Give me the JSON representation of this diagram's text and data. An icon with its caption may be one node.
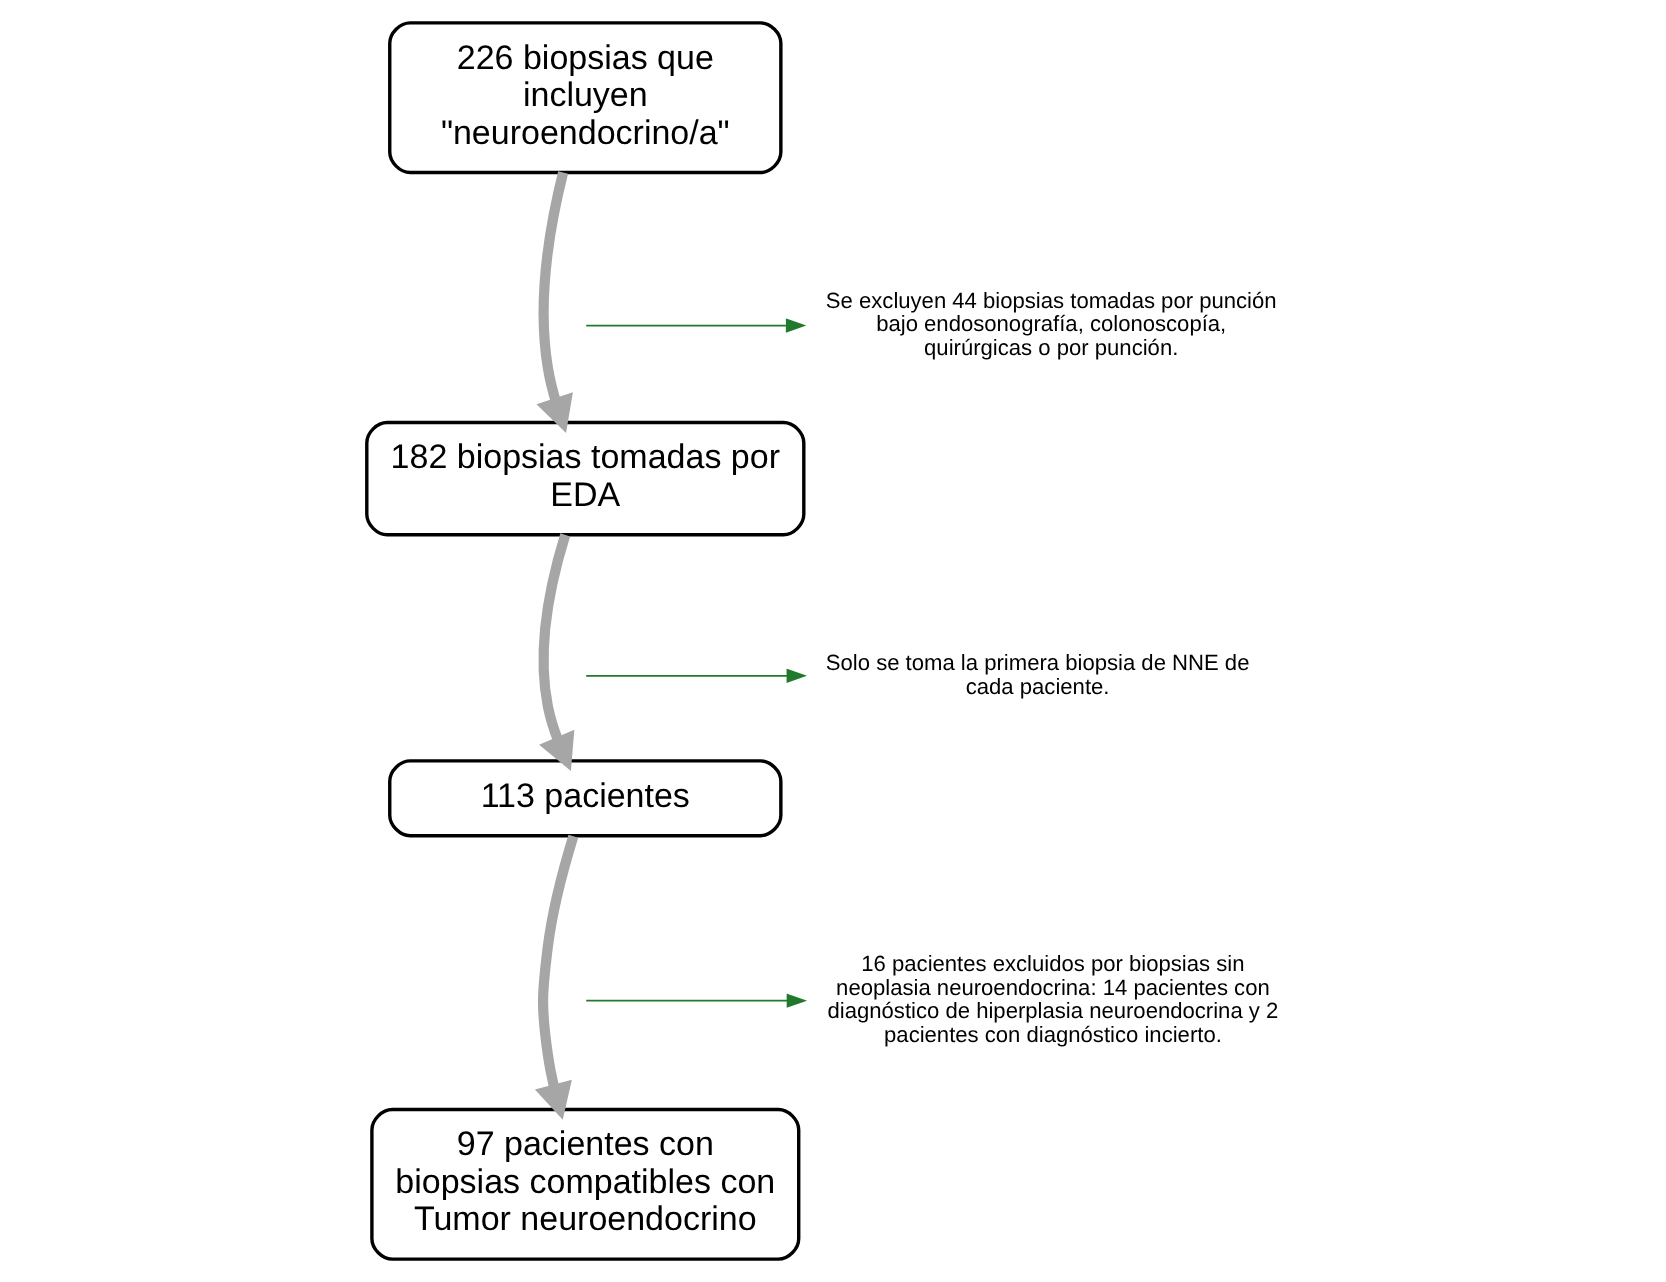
{
  "diagram": {
    "nodes": [
      {
        "text": [
          "226 biopsias que incluyen \"neuroendocrino/a\""
        ]
      },
      {
        "text": [
          "182 biopsias tomadas por EDA"
        ]
      },
      {
        "text": [
          "113 pacientes"
        ]
      },
      {
        "text": [
          "97 pacientes con biopsias compatibles con Tumor neuroendocrino"
        ]
      },
      {
        "text": [
          "Se excluyen 44 biopsias tomadas por punción bajo endosonografía, colonoscopía, quirúrgicas o por punción."
        ]
      },
      {
        "text": [
          "Solo se toma la primera biopsia de NNE de cada paciente."
        ]
      },
      {
        "text": [
          "16 pacientes excluidos por biopsias sin neoplasia neuroendocrina: 14 pacientes con diagnóstico de hiperplasia neuroendocrina y 2 pacientes con diagnóstico incierto."
        ]
      }
    ],
    "edges": [
      {
        "from": 0,
        "to": 1,
        "arrow": "to",
        "style": "thick",
        "color": "#a6a6a6"
      },
      {
        "from": 1,
        "to": 2,
        "arrow": "to",
        "style": "thick",
        "color": "#a6a6a6"
      },
      {
        "from": 2,
        "to": 3,
        "arrow": "to",
        "style": "thick",
        "color": "#a6a6a6"
      },
      {
        "from": null,
        "to": 4,
        "arrow": "to",
        "color": "#217a2b"
      },
      {
        "from": null,
        "to": 5,
        "arrow": "to",
        "color": "#217a2b"
      },
      {
        "from": null,
        "to": 6,
        "arrow": "to",
        "color": "#217a2b"
      }
    ]
  }
}
